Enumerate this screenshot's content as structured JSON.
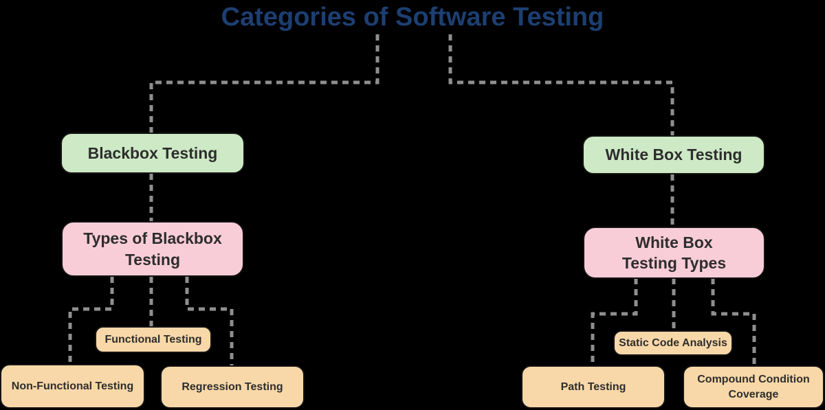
{
  "diagram": {
    "title": "Categories of Software Testing",
    "left": {
      "root": "Blackbox Testing",
      "types": "Types of Blackbox\nTesting",
      "children": [
        "Functional Testing",
        "Non-Functional Testing",
        "Regression Testing"
      ]
    },
    "right": {
      "root": "White Box Testing",
      "types": "White Box\nTesting Types",
      "children": [
        "Static Code Analysis",
        "Path Testing",
        "Compound Condition\nCoverage"
      ]
    }
  },
  "colors": {
    "background": "#000000",
    "title": "#1d3f72",
    "green": "#cde9c5",
    "pink": "#f9cdd8",
    "orange": "#f8d8a8",
    "text": "#2d2d2d",
    "connector": "#8f8f8f"
  }
}
